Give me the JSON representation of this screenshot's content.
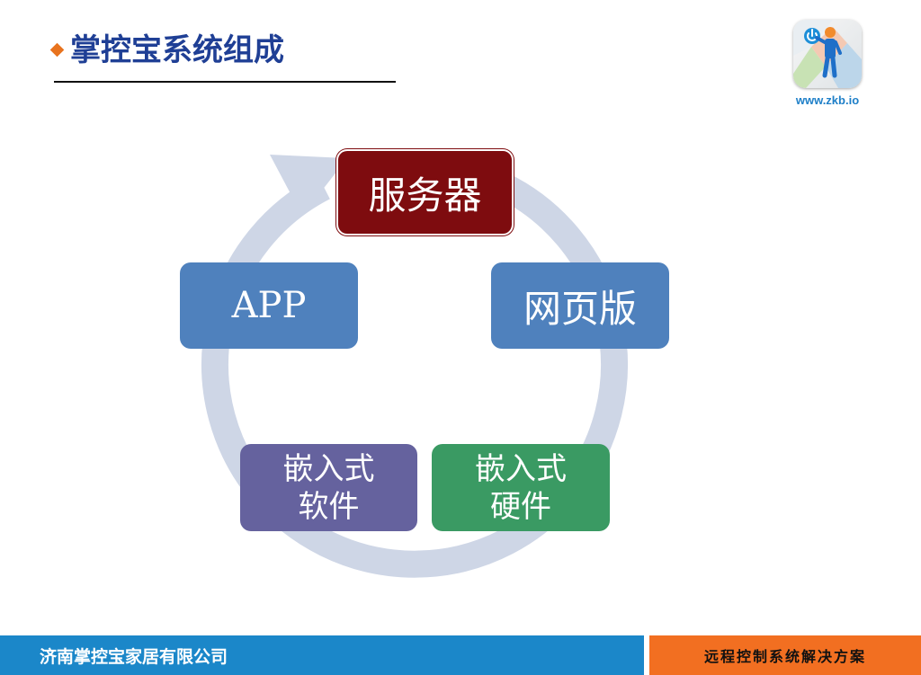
{
  "slide": {
    "title": "掌控宝系统组成",
    "logo_url_text": "www.zkb.io"
  },
  "diagram": {
    "nodes": {
      "server": "服务器",
      "web": "网页版",
      "app": "APP",
      "software": "嵌入式\n软件",
      "hardware": "嵌入式\n硬件"
    }
  },
  "footer": {
    "company": "济南掌控宝家居有限公司",
    "tagline": "远程控制系统解决方案"
  },
  "colors": {
    "title": "#1f3f95",
    "bullet": "#e8731e",
    "rule": "#111111",
    "link": "#1e7fc8",
    "cycle_arrow": "#ced6e6",
    "server": "#7e0c0f",
    "web": "#4f81bd",
    "app": "#4f81bd",
    "software": "#65629e",
    "hardware": "#3a9a63",
    "footer_left": "#1b87c9",
    "footer_right": "#f26f21"
  },
  "icons": {
    "logo": "person-with-power-icon"
  }
}
